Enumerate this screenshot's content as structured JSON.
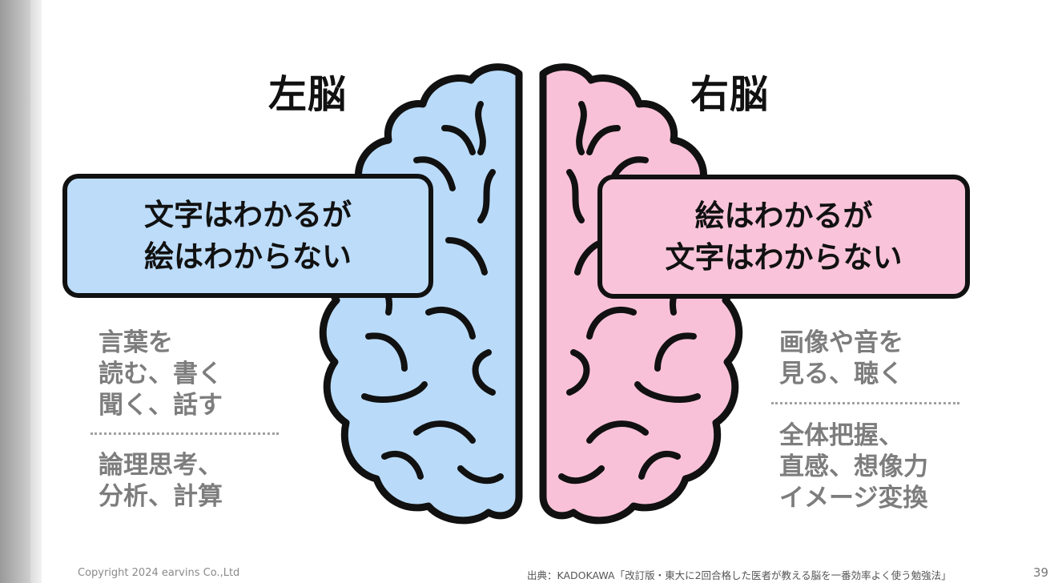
{
  "titles": {
    "left": "左脳",
    "right": "右脳"
  },
  "callouts": {
    "left": {
      "line1": "文字はわかるが",
      "line2": "絵はわからない"
    },
    "right": {
      "line1": "絵はわかるが",
      "line2": "文字はわからない"
    }
  },
  "left_features": {
    "group1": [
      "言葉を",
      "読む、書く",
      "聞く、話す"
    ],
    "group2": [
      "論理思考、",
      "分析、計算"
    ]
  },
  "right_features": {
    "group1": [
      "画像や音を",
      "見る、聴く"
    ],
    "group2": [
      "全体把握、",
      "直感、想像力",
      "イメージ変換"
    ]
  },
  "footer": {
    "copyright": "Copyright 2024 earvins Co.,Ltd",
    "source": "出典：KADOKAWA「改訂版・東大に2回合格した医者が教える脳を一番効率よく使う勉強法」",
    "page": "39"
  },
  "colors": {
    "left_hemisphere": "#b9dbf9",
    "right_hemisphere": "#f9c1d8",
    "outline": "#111111",
    "feature_text": "#7d7d7d"
  }
}
